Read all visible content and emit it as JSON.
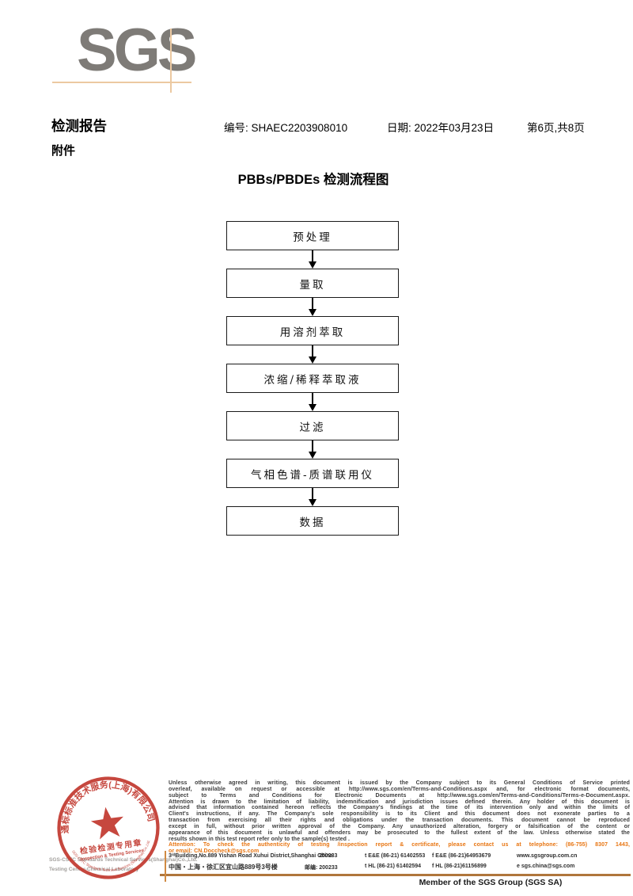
{
  "logo": {
    "text": "SGS"
  },
  "header": {
    "report_title": "检测报告",
    "report_no": "编号: SHAEC2203908010",
    "date": "日期: 2022年03月23日",
    "page_info": "第6页,共8页",
    "attachment": "附件"
  },
  "flowchart": {
    "title": "PBBs/PBDEs 检测流程图",
    "steps": [
      "预处理",
      "量取",
      "用溶剂萃取",
      "浓缩/稀释萃取液",
      "过滤",
      "气相色谱-质谱联用仪",
      "数据"
    ]
  },
  "stamp": {
    "ring_text": "通标标准技术服务(上海)有限公司",
    "seal_title": "检验检测专用章",
    "seal_subtitle": "Inspection & Testing Services",
    "bottom_arc_text": "SGS-CSTC Standards Technical Services (Shanghai) Co.,Ltd."
  },
  "company_gray": {
    "line1": "SGS-CSTC Standards Technical Services(Shanghai)Co.,Ltd.",
    "line2": "Testing Center-Chemical Laboratory"
  },
  "legal": {
    "lines": [
      "Unless otherwise agreed in writing, this document is issued by the Company subject to its General Conditions of Service printed",
      "overleaf, available on request or accessible at http://www.sgs.com/en/Terms-and-Conditions.aspx and, for electronic format documents,",
      "subject to Terms and Conditions for Electronic Documents at http://www.sgs.com/en/Terms-and-Conditions/Terms-e-Document.aspx.",
      "Attention is drawn to the limitation of liability, indemnification and jurisdiction issues defined therein. Any holder of this document is",
      "advised that information contained hereon reflects the Company's findings at the time of its intervention only and within the limits of",
      "Client's instructions, if any. The Company's sole responsibility is to its Client and this document does not exonerate parties to a",
      "transaction from exercising all their rights and obligations under the transaction documents. This document cannot be reproduced",
      "except in full, without prior written approval of the Company. Any unauthorized alteration, forgery or falsification of the content or",
      "appearance of this document is unlawful and offenders may be prosecuted to the fullest extent of the law. Unless otherwise stated the",
      "results shown in this test report refer only to the sample(s) tested ."
    ],
    "attention": [
      "Attention: To check the authenticity of testing /inspection report & certificate, please contact us at telephone: (86-755) 8307 1443,",
      "or email: CN.Doccheck@sgs.com"
    ]
  },
  "address": {
    "en_address": "3ʳᵈBuilding,No.889 Yishan Road Xuhui District,Shanghai China",
    "en_postcode": "200233",
    "en_tel": "t E&E (86-21) 61402553",
    "en_fax": "f E&E (86-21)64953679",
    "web": "www.sgsgroup.com.cn",
    "cn_address": "中国・上海・徐汇区宜山路889号3号楼",
    "cn_postcode": "邮编: 200233",
    "cn_tel": "t HL (86-21) 61402594",
    "cn_fax": "f HL (86-21)61156899",
    "email": "e sgs.china@sgs.com"
  },
  "footer": {
    "member_text": "Member of the SGS Group (SGS SA)"
  },
  "colors": {
    "logo_gray": "#7e7b77",
    "logo_accent": "#ecc9a1",
    "stamp_red": "#c23a30",
    "attention_orange": "#e87511",
    "footer_rule": "#b0763c"
  }
}
